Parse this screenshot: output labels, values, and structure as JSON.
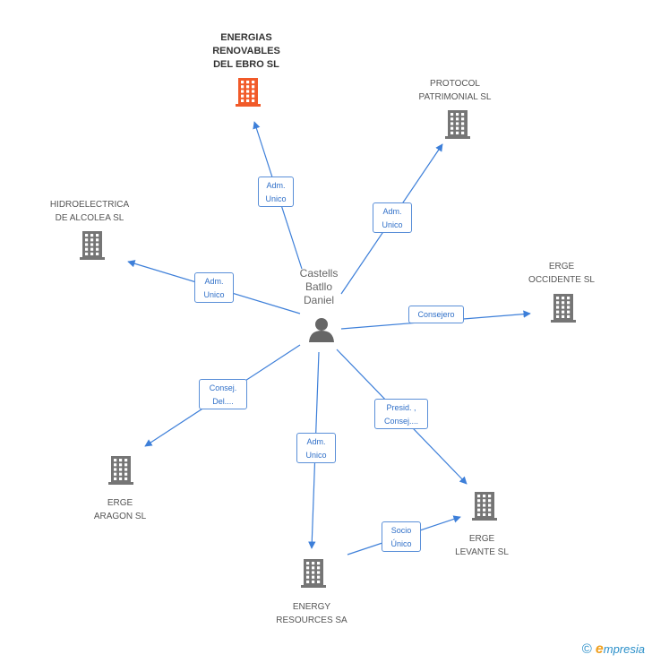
{
  "center": {
    "name": "Castells\nBatllo\nDaniel",
    "icon": "person-icon"
  },
  "companies": [
    {
      "id": "energias",
      "name": "ENERGIAS\nRENOVABLES\nDEL EBRO  SL",
      "highlight": true,
      "icon": "building-icon"
    },
    {
      "id": "protocol",
      "name": "PROTOCOL\nPATRIMONIAL SL",
      "highlight": false,
      "icon": "building-icon"
    },
    {
      "id": "hidroelectrica",
      "name": "HIDROELECTRICA\nDE ALCOLEA SL",
      "highlight": false,
      "icon": "building-icon"
    },
    {
      "id": "occidente",
      "name": "ERGE\nOCCIDENTE SL",
      "highlight": false,
      "icon": "building-icon"
    },
    {
      "id": "aragon",
      "name": "ERGE\nARAGON SL",
      "highlight": false,
      "icon": "building-icon"
    },
    {
      "id": "levante",
      "name": "ERGE\nLEVANTE SL",
      "highlight": false,
      "icon": "building-icon"
    },
    {
      "id": "energy",
      "name": "ENERGY\nRESOURCES SA",
      "highlight": false,
      "icon": "building-icon"
    }
  ],
  "edges": [
    {
      "from": "center",
      "to": "energias",
      "label": "Adm.\nUnico"
    },
    {
      "from": "center",
      "to": "protocol",
      "label": "Adm.\nUnico"
    },
    {
      "from": "center",
      "to": "hidroelectrica",
      "label": "Adm.\nUnico"
    },
    {
      "from": "center",
      "to": "occidente",
      "label": "Consejero"
    },
    {
      "from": "center",
      "to": "aragon",
      "label": "Consej.\nDel...."
    },
    {
      "from": "center",
      "to": "levante",
      "label": "Presid. ,\nConsej...."
    },
    {
      "from": "center",
      "to": "energy",
      "label": "Adm.\nUnico"
    },
    {
      "from": "energy",
      "to": "levante",
      "label": "Socio\nÚnico"
    }
  ],
  "colors": {
    "edge": "#3d7fd9",
    "building": "#757575",
    "highlight": "#f15a29",
    "person": "#666666"
  },
  "brand": {
    "symbol": "©",
    "initial": "e",
    "rest": "mpresia"
  }
}
